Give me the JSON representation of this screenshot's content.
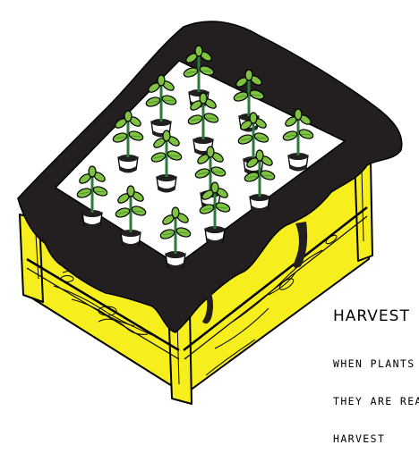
{
  "caption": {
    "title": "HARVEST",
    "lines": [
      "WHEN PLANTS",
      "THEY ARE REA",
      "HARVEST"
    ]
  },
  "colors": {
    "wood": "#f7ee1e",
    "soil": "#231f20",
    "bed_surface": "#ffffff",
    "leaf": "#7fc241",
    "leaf_dark": "#3f8a2a",
    "stem": "#2f7a3a",
    "outline": "#000000"
  },
  "icons": {
    "plant": "seedling-in-pot-icon",
    "bed": "raised-garden-bed-icon"
  }
}
